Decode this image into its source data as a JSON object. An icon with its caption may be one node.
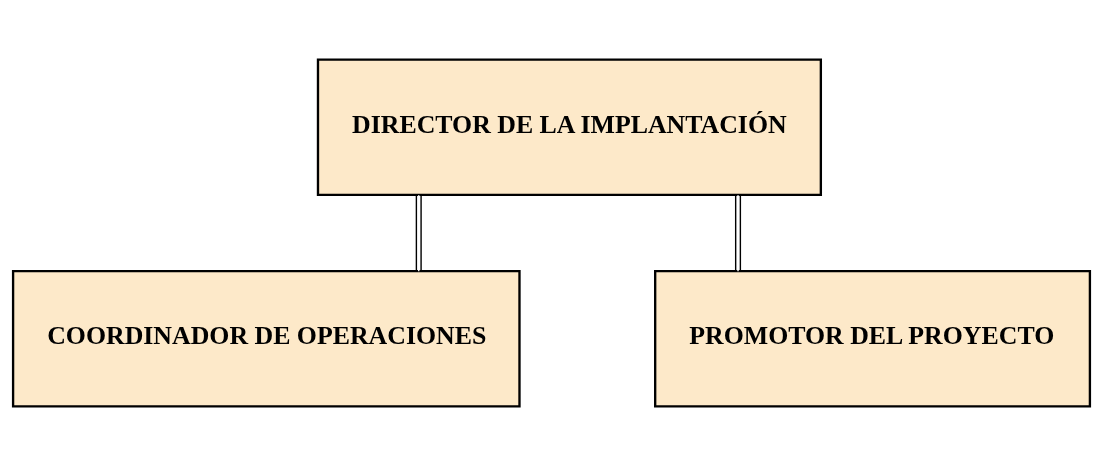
{
  "diagram": {
    "nodes": [
      {
        "text": [
          "DIRECTOR DE LA IMPLANTACIÓN"
        ]
      },
      {
        "text": [
          "COORDINADOR DE OPERACIONES"
        ]
      },
      {
        "text": [
          "PROMOTOR DEL PROYECTO"
        ]
      }
    ],
    "edges": [
      {
        "from": 0,
        "to": 1,
        "arrow": "none"
      },
      {
        "from": 0,
        "to": 2,
        "arrow": "none"
      }
    ]
  }
}
